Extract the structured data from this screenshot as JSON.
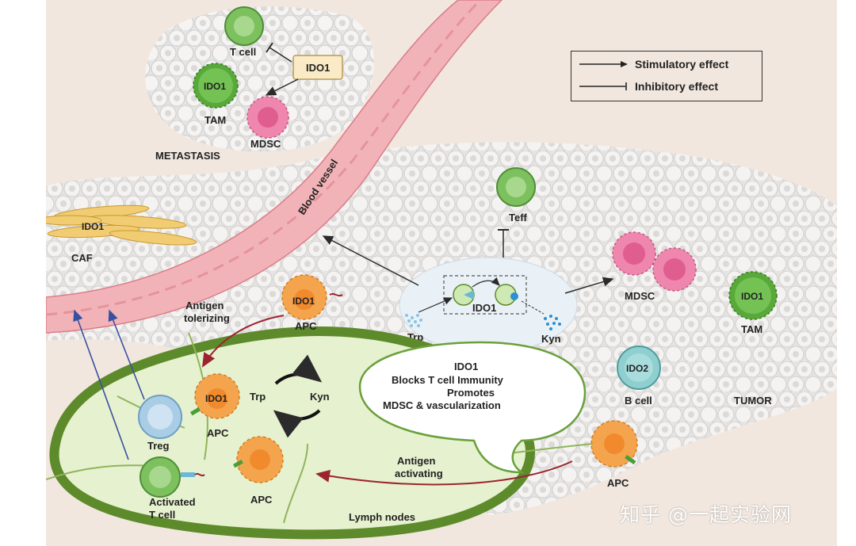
{
  "legend": {
    "stimulatory": "Stimulatory effect",
    "inhibitory": "Inhibitory effect"
  },
  "metastasis": {
    "title": "METASTASIS",
    "t_cell": "T cell",
    "ido1_box": "IDO1",
    "tam_marker": "IDO1",
    "tam": "TAM",
    "mdsc": "MDSC"
  },
  "caf": {
    "marker": "IDO1",
    "label": "CAF"
  },
  "vessel": {
    "label": "Blood vessel"
  },
  "center": {
    "teff": "Teff",
    "trp": "Trp",
    "kyn": "Kyn",
    "ido1": "IDO1"
  },
  "tumor": {
    "title": "TUMOR",
    "mdsc": "MDSC",
    "tam_marker": "IDO1",
    "tam": "TAM",
    "bcell_marker": "IDO2",
    "bcell": "B cell",
    "apc": "APC"
  },
  "lymph": {
    "title": "Lymph nodes",
    "antigen_tolerizing_1": "Antigen",
    "antigen_tolerizing_2": "tolerizing",
    "apc_top_marker": "IDO1",
    "apc_top": "APC",
    "apc_inner_marker": "IDO1",
    "apc_inner": "APC",
    "trp": "Trp",
    "kyn": "Kyn",
    "treg": "Treg",
    "activated_1": "Activated",
    "activated_2": "T cell",
    "apc_lower": "APC",
    "antigen_activating_1": "Antigen",
    "antigen_activating_2": "activating"
  },
  "bubble": {
    "line1": "IDO1",
    "line2": "Blocks T cell Immunity",
    "line3": "Promotes",
    "line4": "MDSC & vascularization"
  },
  "watermark": "知乎 @一起实验网",
  "colors": {
    "background": "#f1e7df",
    "vessel": "#f2b3b8",
    "lymph_fill": "#e6f1cf",
    "lymph_border": "#5d8a2a",
    "t_cell": "#7cc15e",
    "mdsc": "#ee86ad",
    "apc": "#f5a44e",
    "treg": "#aacde6",
    "b_cell": "#8fcfcf"
  }
}
